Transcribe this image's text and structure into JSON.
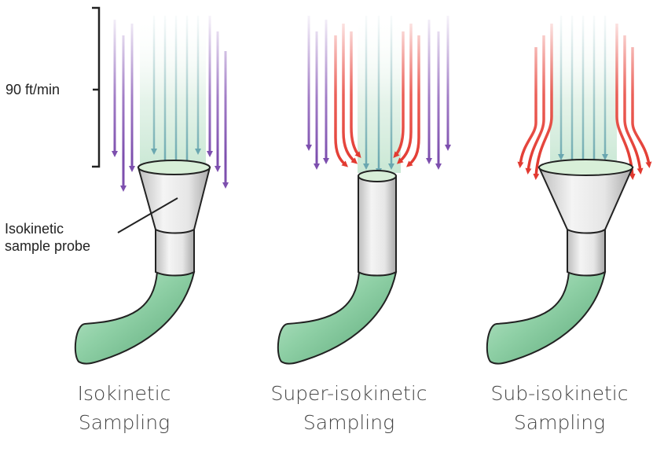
{
  "scale": {
    "label": "90 ft/min"
  },
  "callout": {
    "line1": "Isokinetic",
    "line2": "sample probe"
  },
  "panels": [
    {
      "caption_line1": "Isokinetic",
      "caption_line2": "Sampling",
      "outer_flow": "straight"
    },
    {
      "caption_line1": "Super-isokinetic",
      "caption_line2": "Sampling",
      "outer_flow": "converging"
    },
    {
      "caption_line1": "Sub-isokinetic",
      "caption_line2": "Sampling",
      "outer_flow": "diverging"
    }
  ],
  "colors": {
    "straight_arrow": "#8a5cb8",
    "deflected_arrow": "#e8453c",
    "inner_arrow": "#7fb3b8",
    "tube": "#8fd0a6",
    "tube_dark": "#4f9d6e",
    "probe_metal": "#e4e4e4",
    "probe_mouth": "#d8efd8",
    "stroke": "#222222"
  }
}
